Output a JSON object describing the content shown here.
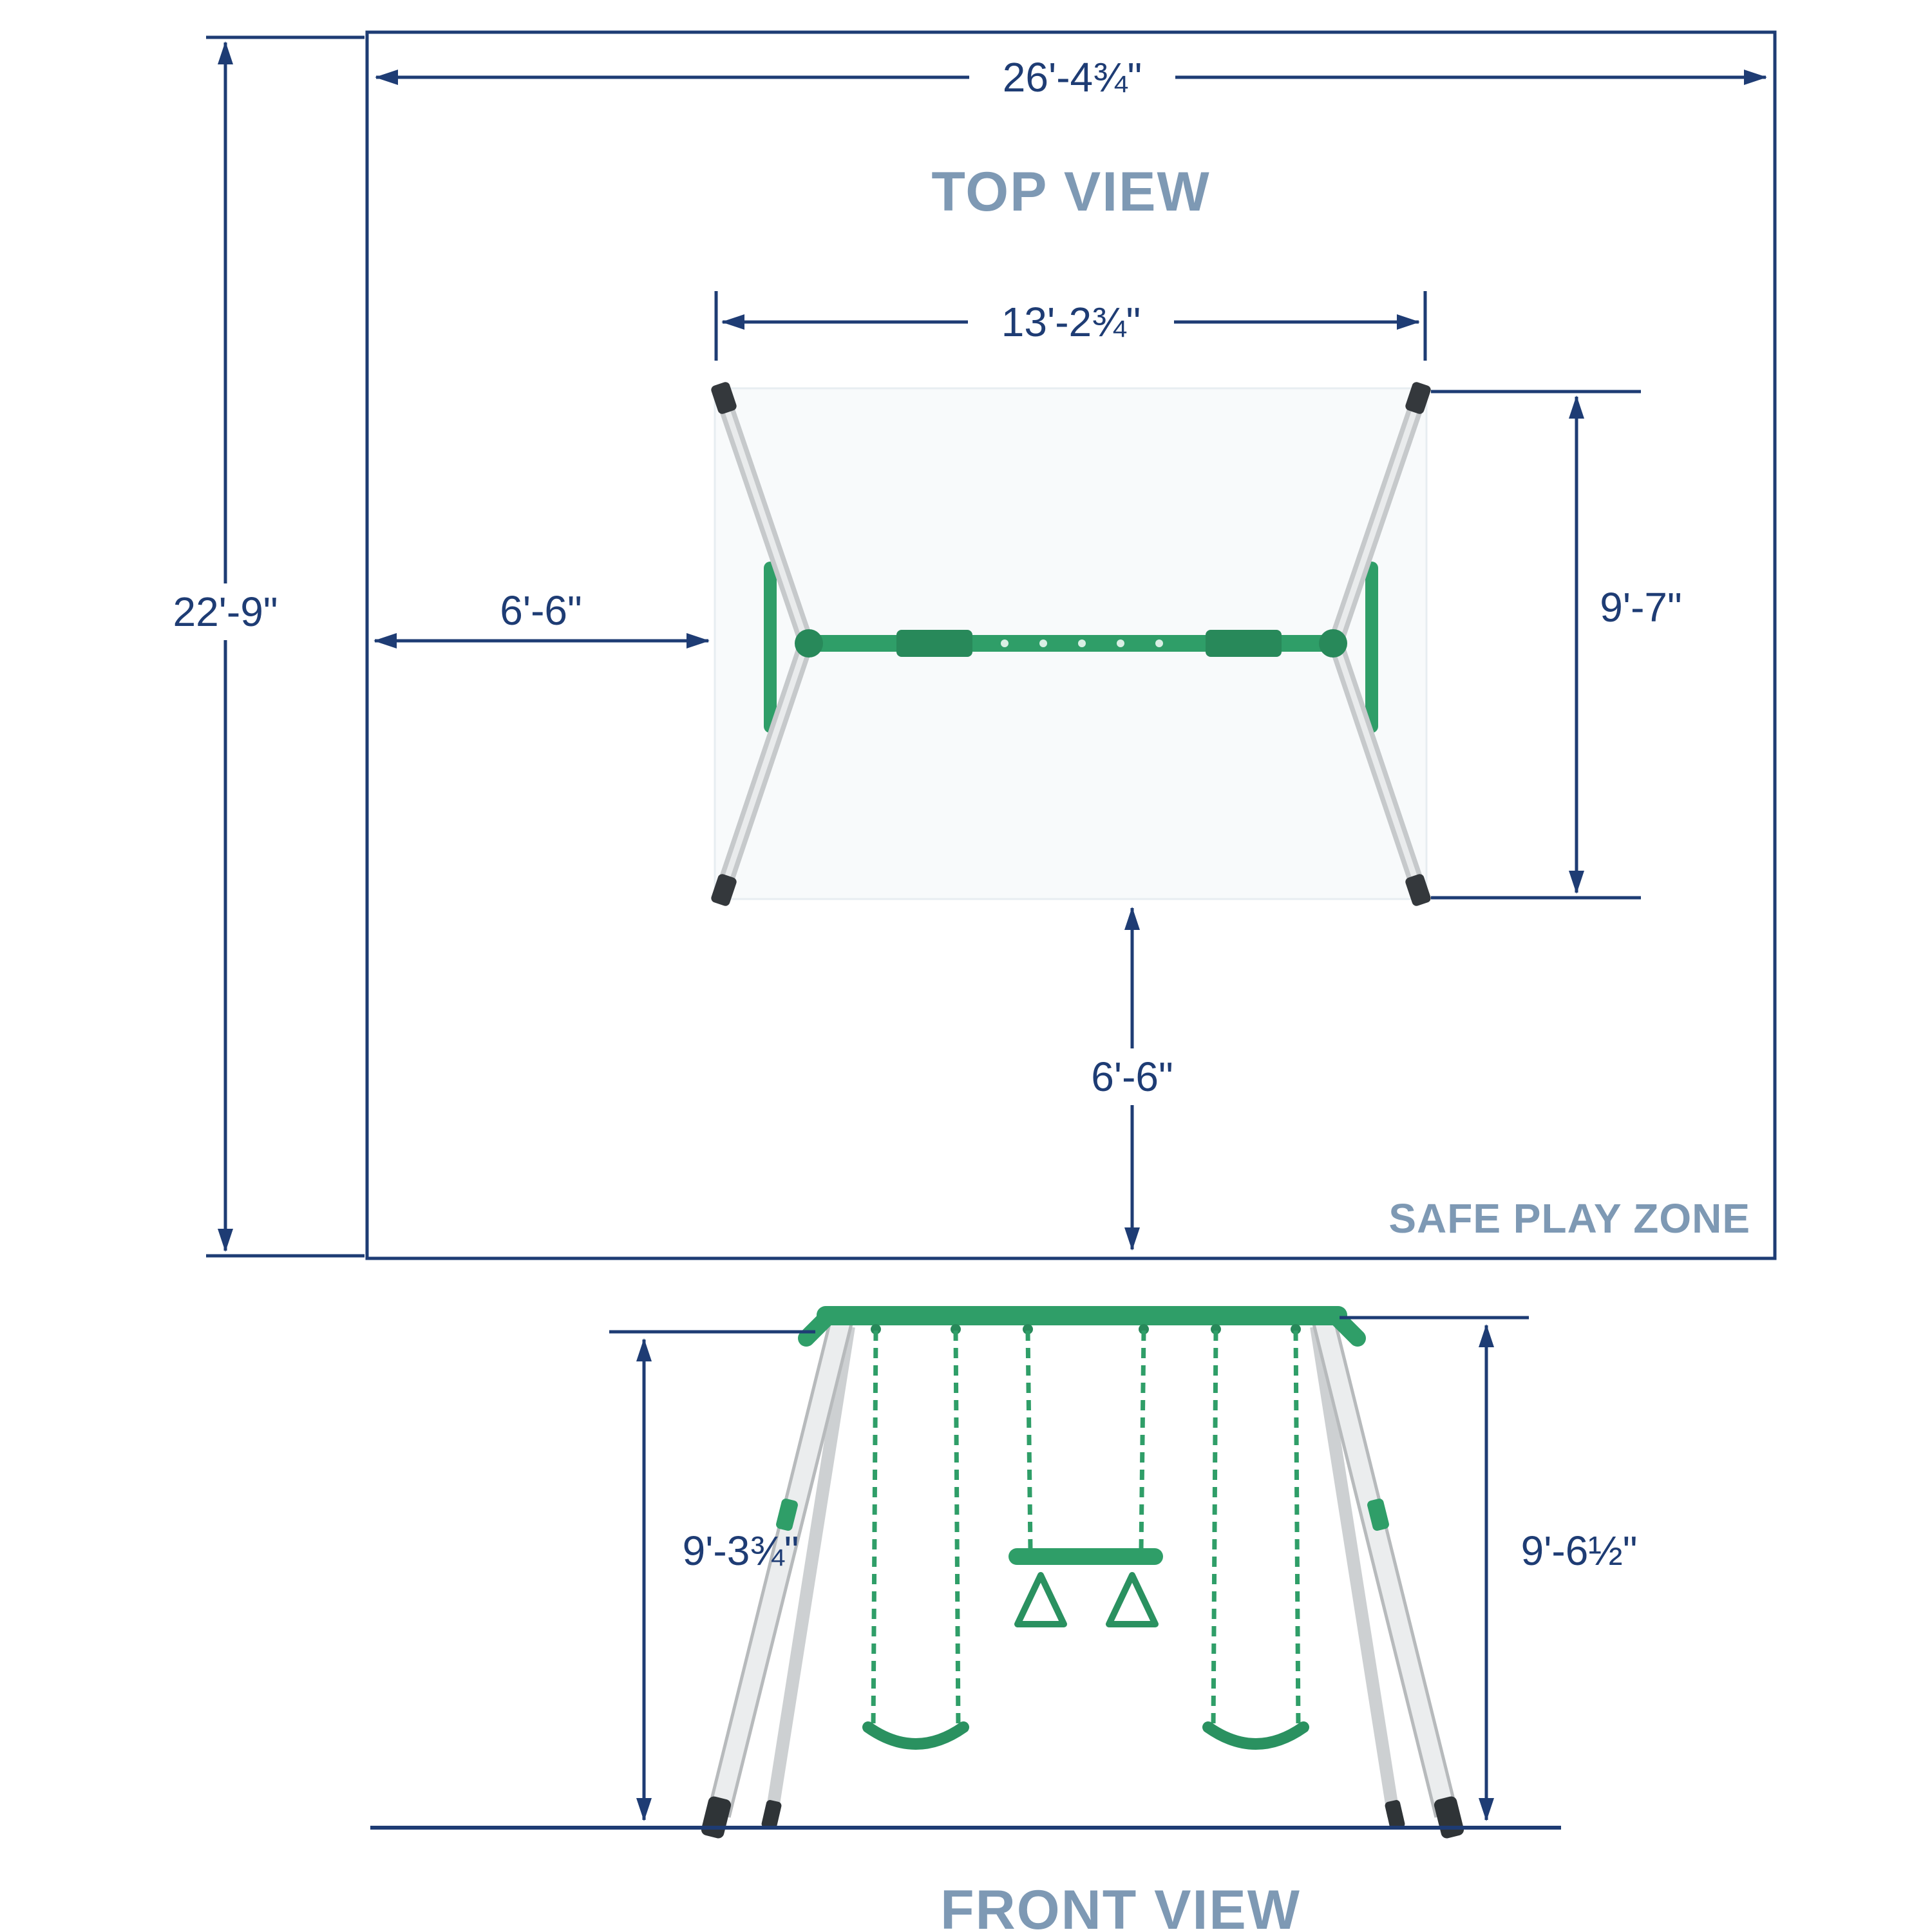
{
  "meta": {
    "doc_type": "Swing set safe play zone dimension diagram"
  },
  "colors": {
    "dimension_navy": "#1e3c74",
    "heading_steel_blue": "#7e99b4",
    "frame_green": "#2f9e68",
    "leg_gray": "#d9dbdc"
  },
  "top_view": {
    "title": "TOP VIEW",
    "safe_play_zone_label": "SAFE PLAY ZONE",
    "overall_width": "26'-4¾\"",
    "overall_depth": "22'-9\"",
    "frame_width": "13'-2¾\"",
    "frame_depth": "9'-7\"",
    "left_clearance": "6'-6\"",
    "bottom_clearance": "6'-6\""
  },
  "front_view": {
    "title": "FRONT VIEW",
    "left_height": "9'-3¾\"",
    "right_height": "9'-6½\""
  }
}
